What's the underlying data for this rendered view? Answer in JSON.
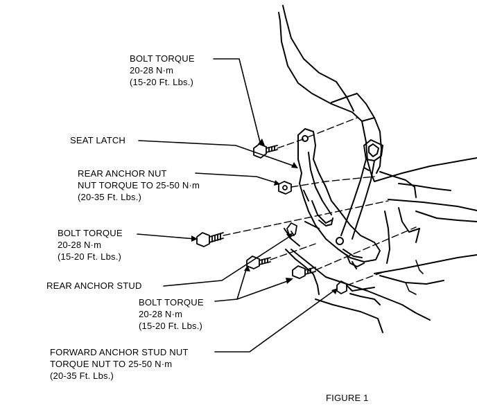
{
  "labels": {
    "bolt_torque_top": {
      "l1": "BOLT TORQUE",
      "l2": "20-28 N·m",
      "l3": "(15-20 Ft. Lbs.)"
    },
    "seat_latch": "SEAT LATCH",
    "rear_anchor_nut": {
      "l1": "REAR ANCHOR NUT",
      "l2": "NUT TORQUE TO 25-50 N·m",
      "l3": "(20-35 Ft. Lbs.)"
    },
    "bolt_torque_left": {
      "l1": "BOLT TORQUE",
      "l2": "20-28 N·m",
      "l3": "(15-20 Ft. Lbs.)"
    },
    "rear_anchor_stud": "REAR ANCHOR STUD",
    "bolt_torque_bottom": {
      "l1": "BOLT TORQUE",
      "l2": "20-28 N·m",
      "l3": "(15-20 Ft. Lbs.)"
    },
    "forward_anchor_stud_nut": {
      "l1": "FORWARD ANCHOR STUD NUT",
      "l2": "TORQUE NUT TO 25-50 N·m",
      "l3": "(20-35 Ft. Lbs.)"
    }
  },
  "figure_caption": "FIGURE 1"
}
